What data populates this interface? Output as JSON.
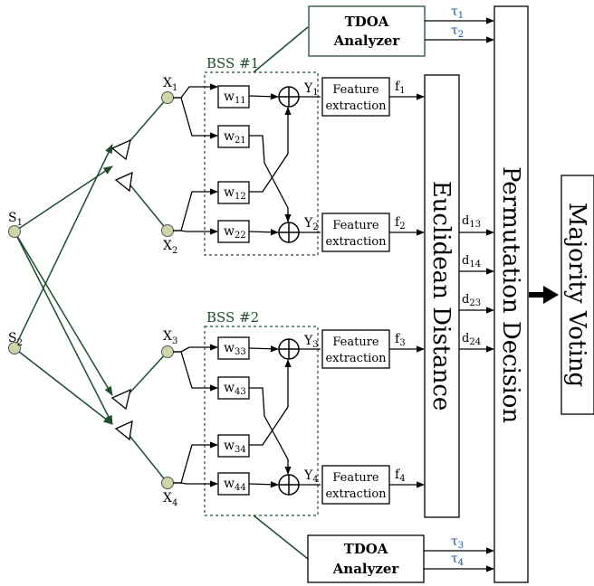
{
  "sources": [
    {
      "base": "S",
      "sub": "1"
    },
    {
      "base": "S",
      "sub": "2"
    }
  ],
  "mics": [
    {
      "base": "X",
      "sub": "1"
    },
    {
      "base": "X",
      "sub": "2"
    },
    {
      "base": "X",
      "sub": "3"
    },
    {
      "base": "X",
      "sub": "4"
    }
  ],
  "bss_labels": [
    "BSS #1",
    "BSS #2"
  ],
  "weights": [
    {
      "base": "w",
      "sub": "11"
    },
    {
      "base": "w",
      "sub": "21"
    },
    {
      "base": "w",
      "sub": "12"
    },
    {
      "base": "w",
      "sub": "22"
    },
    {
      "base": "w",
      "sub": "33"
    },
    {
      "base": "w",
      "sub": "43"
    },
    {
      "base": "w",
      "sub": "34"
    },
    {
      "base": "w",
      "sub": "44"
    }
  ],
  "outputs": [
    {
      "base": "Y",
      "sub": "1"
    },
    {
      "base": "Y",
      "sub": "2"
    },
    {
      "base": "Y",
      "sub": "3"
    },
    {
      "base": "Y",
      "sub": "4"
    }
  ],
  "feature_box": {
    "line1": "Feature",
    "line2": "extraction"
  },
  "features": [
    {
      "base": "f",
      "sub": "1"
    },
    {
      "base": "f",
      "sub": "2"
    },
    {
      "base": "f",
      "sub": "3"
    },
    {
      "base": "f",
      "sub": "4"
    }
  ],
  "tdoa_box": {
    "line1": "TDOA",
    "line2": "Analyzer"
  },
  "taus": [
    {
      "base": "τ",
      "sub": "1"
    },
    {
      "base": "τ",
      "sub": "2"
    },
    {
      "base": "τ",
      "sub": "3"
    },
    {
      "base": "τ",
      "sub": "4"
    }
  ],
  "distances": [
    {
      "base": "d",
      "sub": "13"
    },
    {
      "base": "d",
      "sub": "14"
    },
    {
      "base": "d",
      "sub": "23"
    },
    {
      "base": "d",
      "sub": "24"
    }
  ],
  "euclidean_label": "Euclidean Distance",
  "permutation_label": "Permutation Decision",
  "majority_label": "Majority Voting",
  "colors": {
    "line_green": "#1f4d2e",
    "node_fill": "#cdd6a8",
    "tau_blue": "#1d4f9a"
  }
}
